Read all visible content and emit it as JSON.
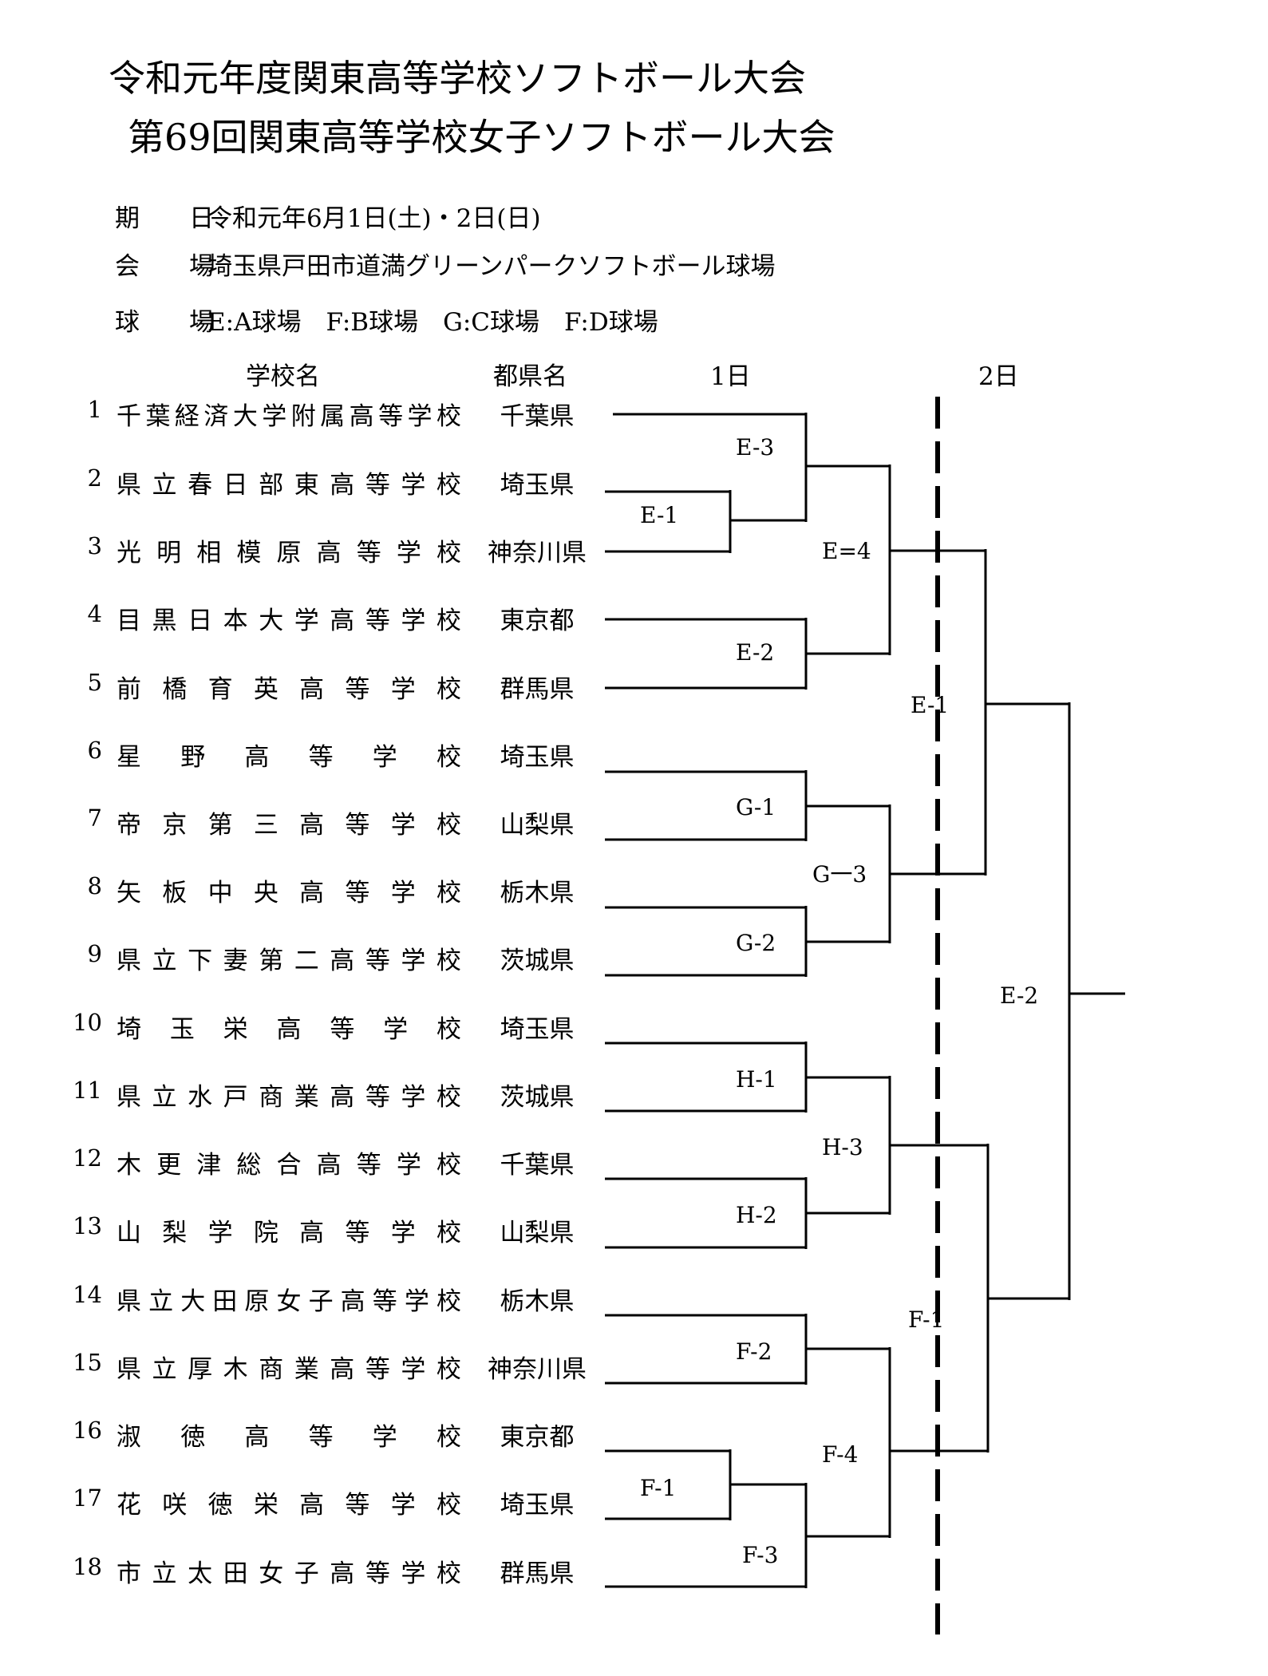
{
  "title_line1": "令和元年度関東高等学校ソフトボール大会",
  "title_line2": "第69回関東高等学校女子ソフトボール大会",
  "info": [
    {
      "label": "期　　日",
      "value": "令和元年6月1日(土)・2日(日)"
    },
    {
      "label": "会　　場",
      "value": "埼玉県戸田市道満グリーンパークソフトボール球場"
    },
    {
      "label": "球　　場",
      "value": "E:A球場　F:B球場　G:C球場　F:D球場"
    }
  ],
  "headers": {
    "school": "学校名",
    "pref": "都県名",
    "day1": "1日",
    "day2": "2日"
  },
  "teams": [
    {
      "no": "1",
      "school": "千葉経済大学附属高等学校",
      "pref": "千葉県"
    },
    {
      "no": "2",
      "school": "県立春日部東高等学校",
      "pref": "埼玉県"
    },
    {
      "no": "3",
      "school": "光明相模原高等学校",
      "pref": "神奈川県"
    },
    {
      "no": "4",
      "school": "目黒日本大学高等学校",
      "pref": "東京都"
    },
    {
      "no": "5",
      "school": "前橋育英高等学校",
      "pref": "群馬県"
    },
    {
      "no": "6",
      "school": "星野高等学校",
      "pref": "埼玉県"
    },
    {
      "no": "7",
      "school": "帝京第三高等学校",
      "pref": "山梨県"
    },
    {
      "no": "8",
      "school": "矢板中央高等学校",
      "pref": "栃木県"
    },
    {
      "no": "9",
      "school": "県立下妻第二高等学校",
      "pref": "茨城県"
    },
    {
      "no": "10",
      "school": "埼玉栄高等学校",
      "pref": "埼玉県"
    },
    {
      "no": "11",
      "school": "県立水戸商業高等学校",
      "pref": "茨城県"
    },
    {
      "no": "12",
      "school": "木更津総合高等学校",
      "pref": "千葉県"
    },
    {
      "no": "13",
      "school": "山梨学院高等学校",
      "pref": "山梨県"
    },
    {
      "no": "14",
      "school": "県立大田原女子高等学校",
      "pref": "栃木県"
    },
    {
      "no": "15",
      "school": "県立厚木商業高等学校",
      "pref": "神奈川県"
    },
    {
      "no": "16",
      "school": "淑徳高等学校",
      "pref": "東京都"
    },
    {
      "no": "17",
      "school": "花咲徳栄高等学校",
      "pref": "埼玉県"
    },
    {
      "no": "18",
      "school": "市立太田女子高等学校",
      "pref": "群馬県"
    }
  ],
  "matches": [
    "E-1",
    "E-3",
    "E=4",
    "E-2",
    "G-1",
    "G一3",
    "G-2",
    "H-1",
    "H-3",
    "H-2",
    "F-2",
    "F-4",
    "F-1",
    "F-3",
    "E-1",
    "F-1",
    "E-2"
  ]
}
